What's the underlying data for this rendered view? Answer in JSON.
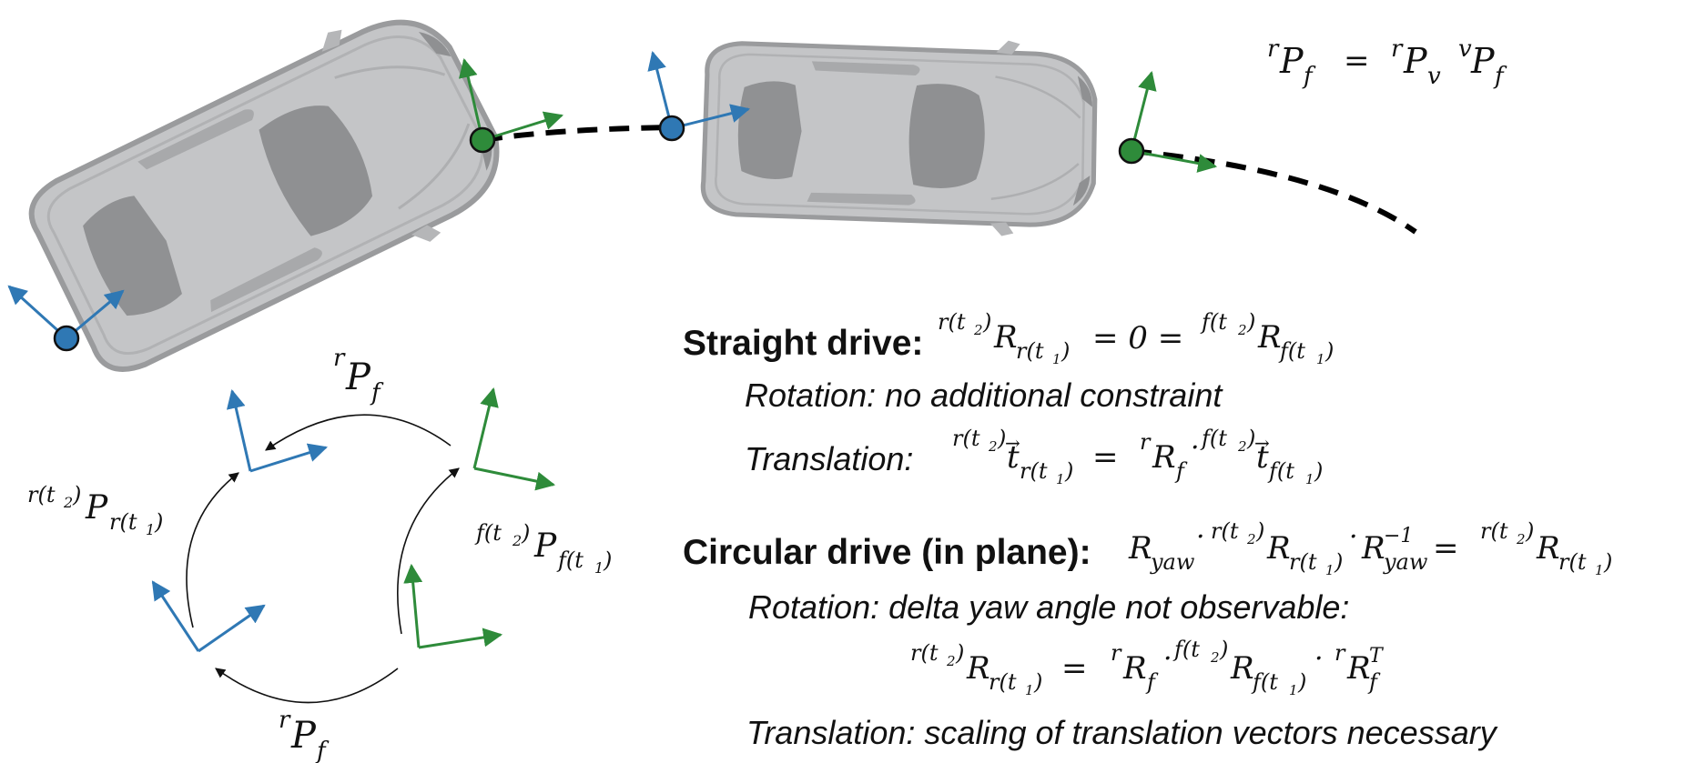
{
  "colors": {
    "blue": "#2f78b4",
    "green": "#2e8b3a",
    "car_body": "#c4c5c7",
    "car_outline": "#9a9b9d",
    "car_glass": "#8f9092",
    "trajectory": "#000000"
  },
  "pose_equation": {
    "lhs_sup": "r",
    "lhs_base": "P",
    "lhs_sub": "f",
    "eq": "=",
    "a_sup": "r",
    "a_base": "P",
    "a_sub": "v",
    "b_sup": "v",
    "b_base": "P",
    "b_sub": "f"
  },
  "labels": {
    "top_pf": {
      "sup": "r",
      "base": "P",
      "sub": "f"
    },
    "bottom_pf": {
      "sup": "r",
      "base": "P",
      "sub": "f"
    },
    "left_pr": {
      "sup": "r(t",
      "sup_sub": "2",
      "sup_close": ")",
      "base": "P",
      "sub": "r(t",
      "sub_sub": "1",
      "sub_close": ")"
    },
    "right_pf": {
      "sup": "f(t",
      "sup_sub": "2",
      "sup_close": ")",
      "base": "P",
      "sub": "f(t",
      "sub_sub": "1",
      "sub_close": ")"
    }
  },
  "straight": {
    "heading": "Straight drive:",
    "eq_text": "= 0 =",
    "rotation": "Rotation: no additional constraint",
    "translation_label": "Translation:"
  },
  "circular": {
    "heading": "Circular drive (in plane):",
    "rotation": "Rotation: delta yaw angle not observable:",
    "translation": "Translation: scaling of translation vectors necessary",
    "yaw": "yaw",
    "inv": "−1",
    "transpose": "T"
  },
  "symbols": {
    "R": "R",
    "t": "t",
    "eq": "=",
    "dot": "·",
    "arrow": "→",
    "r": "r",
    "f": "f",
    "rt2": "r(t",
    "ft2": "f(t",
    "two": "2",
    "one": "1",
    "close": ")"
  }
}
